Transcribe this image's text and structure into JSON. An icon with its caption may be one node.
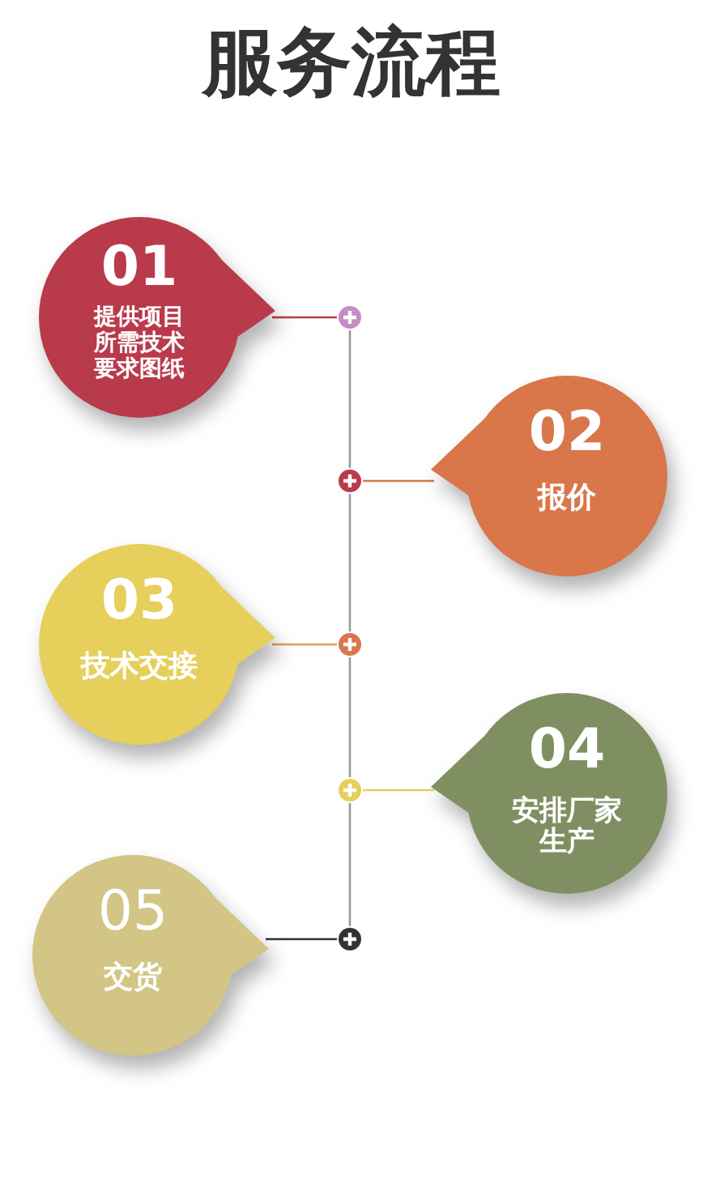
{
  "diagram": {
    "title": "服务流程",
    "nodes": [
      {
        "text": [
          "01",
          "提供项目所需技术要求图纸"
        ]
      },
      {
        "text": [
          "02",
          "报价"
        ]
      },
      {
        "text": [
          "03",
          "技术交接"
        ]
      },
      {
        "text": [
          "04",
          "安排厂家生产"
        ]
      },
      {
        "text": [
          "05",
          "交货"
        ]
      },
      {
        "text": [],
        "shape": "circle"
      },
      {
        "text": [],
        "shape": "circle"
      },
      {
        "text": [],
        "shape": "circle"
      },
      {
        "text": [],
        "shape": "circle"
      },
      {
        "text": [],
        "shape": "circle"
      }
    ],
    "edges": [
      {
        "from": 0,
        "to": 5,
        "arrow": "none",
        "color": "#b93a4b"
      },
      {
        "from": 1,
        "to": 6,
        "arrow": "none",
        "color": "#d9764a"
      },
      {
        "from": 2,
        "to": 7,
        "arrow": "none",
        "color": "#e0a050"
      },
      {
        "from": 3,
        "to": 8,
        "arrow": "none",
        "color": "#e6cf5a"
      },
      {
        "from": 4,
        "to": 9,
        "arrow": "none",
        "color": "#333333"
      },
      {
        "from": 5,
        "to": 6,
        "arrow": "none"
      },
      {
        "from": 6,
        "to": 7,
        "arrow": "none"
      },
      {
        "from": 7,
        "to": 8,
        "arrow": "none"
      },
      {
        "from": 8,
        "to": 9,
        "arrow": "none"
      }
    ]
  }
}
